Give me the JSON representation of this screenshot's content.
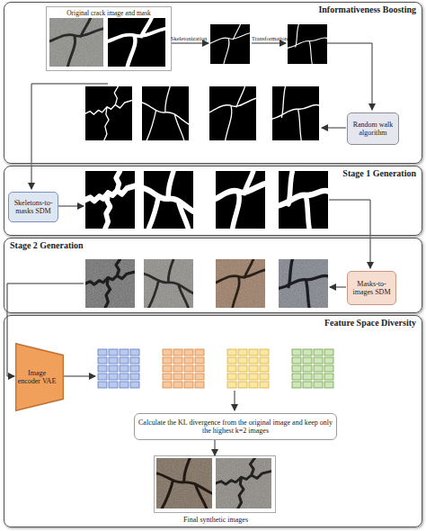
{
  "diagram": {
    "nodes": [
      {
        "text": [
          "Informativeness Boosting"
        ]
      },
      {
        "text": [
          "Original crack image and mask"
        ],
        "in": 0
      },
      {
        "text": [
          "Random walk algorithm"
        ],
        "in": 0
      },
      {
        "text": [
          "Stage 1 Generation"
        ]
      },
      {
        "text": [
          "Skeletons-to-masks SDM"
        ],
        "in": 3
      },
      {
        "text": [
          "Stage 2 Generation"
        ]
      },
      {
        "text": [
          "Masks-to-images SDM"
        ],
        "in": 5
      },
      {
        "text": [
          "Feature Space Diversity"
        ]
      },
      {
        "text": [
          "Image encoder VAE"
        ],
        "in": 7
      },
      {
        "text": [
          "Calculate the KL divergence from the original image and keep only the highest k=2 images"
        ],
        "in": 7
      },
      {
        "text": [
          "Final synthetic images"
        ],
        "in": 7
      }
    ],
    "edges": [
      {
        "from": 9,
        "to": 10,
        "arrow": "to"
      }
    ],
    "labels": [
      "Skeletonization",
      "Transformation"
    ]
  }
}
